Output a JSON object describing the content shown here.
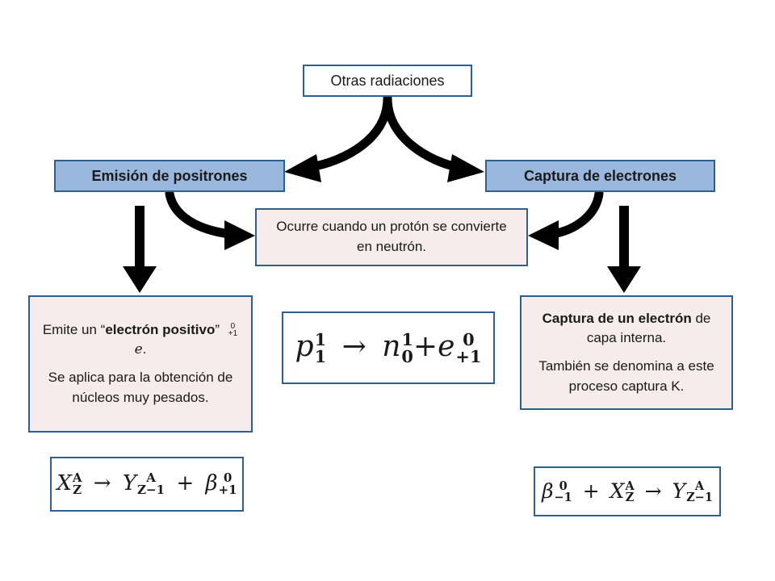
{
  "nodes": {
    "top": "Otras radiaciones",
    "left": "Emisión de positrones",
    "right": "Captura de electrones",
    "center": "Ocurre cuando un protón se convierte en neutrón."
  },
  "left_desc": {
    "p1_pre": "Emite un “",
    "p1_bold": "electrón positivo",
    "p1_post": "”",
    "inline_sup": "0",
    "inline_sub": "+1",
    "inline_sym": "e",
    "inline_end": ".",
    "p2": "Se aplica para la obtención de núcleos muy pesados."
  },
  "right_desc": {
    "p1_bold": "Captura de un electrón",
    "p1_rest": " de capa interna.",
    "p2": "También se denomina a este proceso captura K."
  },
  "formula_center": {
    "t1": "p",
    "t1_sup": "1",
    "t1_sub": "1",
    "arrow": "→",
    "t2": "n",
    "t2_sup": "1",
    "t2_sub": "0",
    "plus": "+",
    "t3": "e",
    "t3_sup": "0",
    "t3_sub": "+1"
  },
  "formula_left": {
    "t1": "X",
    "t1_sup": "A",
    "t1_sub": "Z",
    "arrow": "→",
    "t2": "Y",
    "t2_sup": "A",
    "t2_sub": "Z−1",
    "plus": "+",
    "t3": "β",
    "t3_sup": "0",
    "t3_sub": "+1"
  },
  "formula_right": {
    "t1": "β",
    "t1_sup": "0",
    "t1_sub": "−1",
    "plus": "+",
    "t2": "X",
    "t2_sup": "A",
    "t2_sub": "Z",
    "arrow": "→",
    "t3": "Y",
    "t3_sup": "A",
    "t3_sub": "Z−1"
  },
  "colors": {
    "border": "#2f5f8f",
    "blue_fill": "#9ab7dd",
    "pink_fill": "#f6ecec",
    "arrow": "#000000"
  }
}
